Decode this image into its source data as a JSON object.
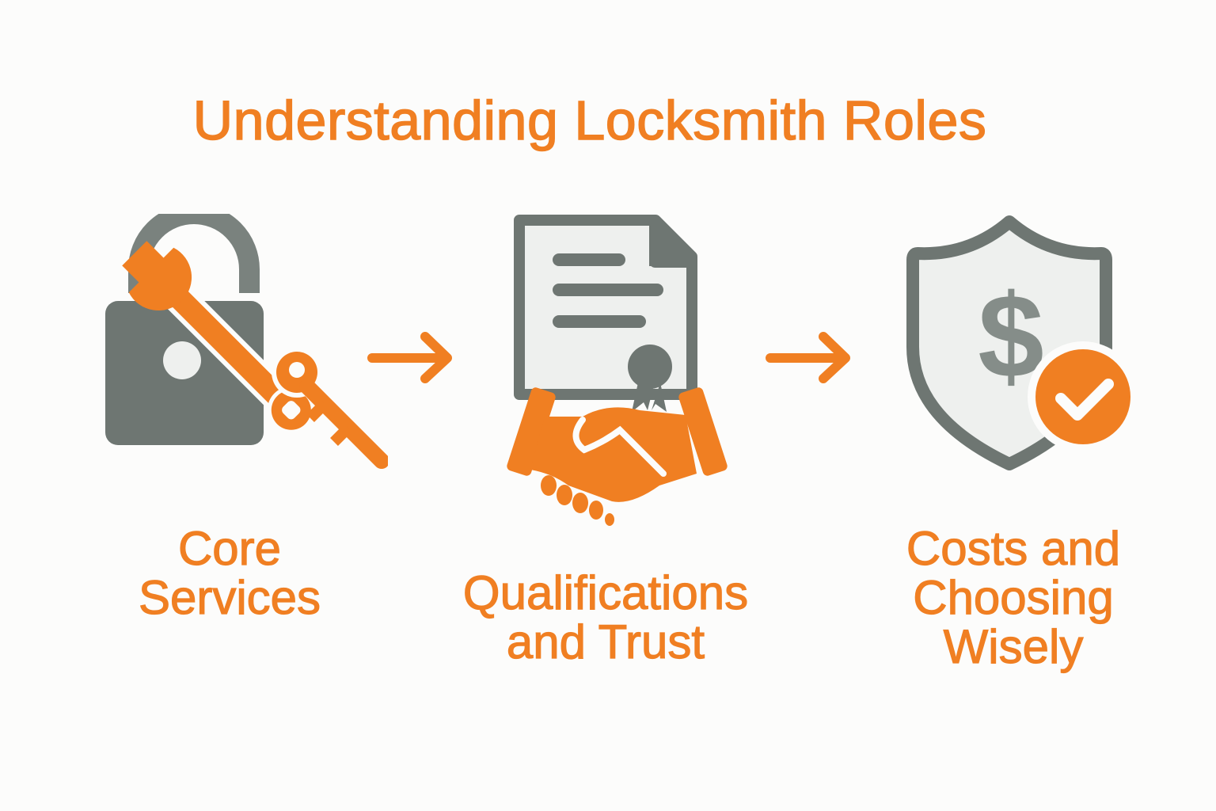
{
  "title": "Understanding Locksmith Roles",
  "colors": {
    "accent": "#f07f22",
    "gray_dark": "#6e7672",
    "gray_light": "#eef0ee",
    "background": "#fcfcfb"
  },
  "steps": [
    {
      "icon": "padlock-wrench-key-icon",
      "label_lines": [
        "Core",
        "Services"
      ]
    },
    {
      "icon": "certificate-handshake-icon",
      "label_lines": [
        "Qualifications",
        "and Trust"
      ]
    },
    {
      "icon": "shield-dollar-check-icon",
      "label_lines": [
        "Costs and",
        "Choosing",
        "Wisely"
      ]
    }
  ],
  "connectors": [
    {
      "icon": "arrow-right-icon",
      "from": "Core Services",
      "to": "Qualifications and Trust"
    },
    {
      "icon": "arrow-right-icon",
      "from": "Qualifications and Trust",
      "to": "Costs and Choosing Wisely"
    }
  ]
}
